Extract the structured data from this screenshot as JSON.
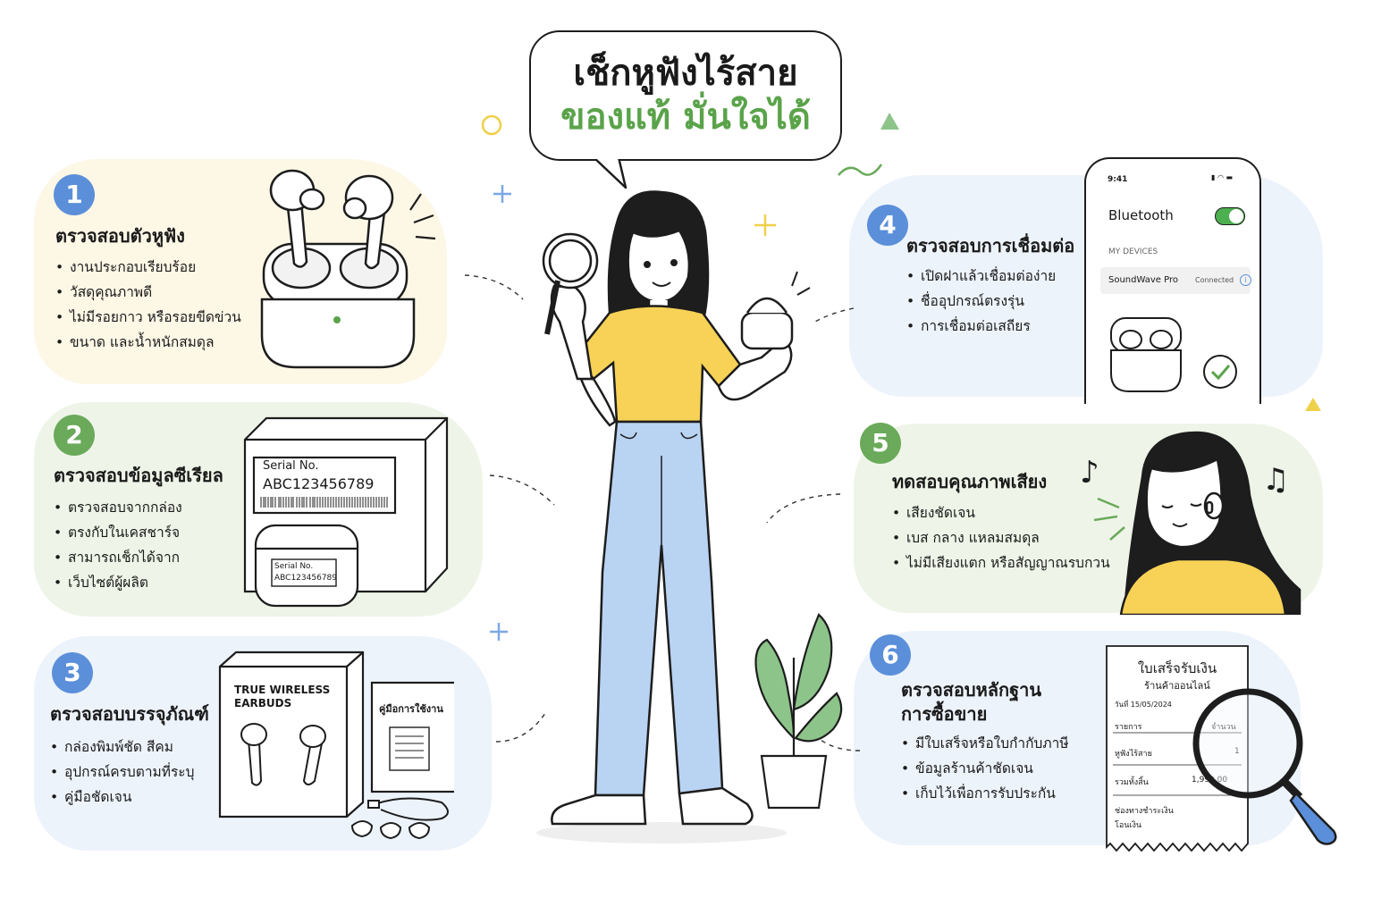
{
  "title": {
    "line1": "เช็กหูฟังไร้สาย",
    "line2": "ของแท้ มั่นใจได้"
  },
  "colors": {
    "accent_green": "#5aa34a",
    "badge_blue": "#5b8fd9",
    "badge_green": "#6aaa5a",
    "shirt_yellow": "#f7d256",
    "pants_blue": "#b9d3f2",
    "toggle_green": "#4caf50"
  },
  "sections": [
    {
      "number": "1",
      "title": "ตรวจสอบตัวหูฟัง",
      "bullets": [
        "งานประกอบเรียบร้อย",
        "วัสดุคุณภาพดี",
        "ไม่มีรอยกาว หรือรอยขีดข่วน",
        "ขนาด และน้ำหนักสมดุล"
      ]
    },
    {
      "number": "2",
      "title": "ตรวจสอบข้อมูลซีเรียล",
      "bullets": [
        "ตรวจสอบจากกล่อง",
        "ตรงกับในเคสชาร์จ",
        "สามารถเช็กได้จาก",
        "เว็บไซต์ผู้ผลิต"
      ]
    },
    {
      "number": "3",
      "title": "ตรวจสอบบรรจุภัณฑ์",
      "bullets": [
        "กล่องพิมพ์ชัด สีคม",
        "อุปกรณ์ครบตามที่ระบุ",
        "คู่มือชัดเจน"
      ]
    },
    {
      "number": "4",
      "title": "ตรวจสอบการเชื่อมต่อ",
      "bullets": [
        "เปิดฝาแล้วเชื่อมต่อง่าย",
        "ชื่ออุปกรณ์ตรงรุ่น",
        "การเชื่อมต่อเสถียร"
      ]
    },
    {
      "number": "5",
      "title": "ทดสอบคุณภาพเสียง",
      "bullets": [
        "เสียงชัดเจน",
        "เบส กลาง แหลมสมดุล",
        "ไม่มีเสียงแตก หรือสัญญาณรบกวน"
      ]
    },
    {
      "number": "6",
      "title_line1": "ตรวจสอบหลักฐาน",
      "title_line2": "การซื้อขาย",
      "bullets": [
        "มีใบเสร็จหรือใบกำกับภาษี",
        "ข้อมูลร้านค้าชัดเจน",
        "เก็บไว้เพื่อการรับประกัน"
      ]
    }
  ],
  "serial_box": {
    "label": "Serial No.",
    "number": "ABC123456789"
  },
  "serial_case": {
    "label": "Serial No.",
    "number": "ABC123456789"
  },
  "package": {
    "line1": "TRUE WIRELESS",
    "line2": "EARBUDS",
    "manual": "คู่มือการใช้งาน"
  },
  "phone": {
    "time": "9:41",
    "bluetooth_label": "Bluetooth",
    "section": "MY DEVICES",
    "device_name": "SoundWave Pro",
    "device_status": "Connected"
  },
  "receipt": {
    "title": "ใบเสร็จรับเงิน",
    "shop": "ร้านค้าออนไลน์",
    "date": "วันที่ 15/05/2024",
    "col_item": "รายการ",
    "col_qty": "จำนวน",
    "item_name": "หูฟังไร้สาย",
    "item_qty": "1",
    "total_label": "รวมทั้งสิ้น",
    "total_value": "1,990.00",
    "payment_label": "ช่องทางชำระเงิน",
    "payment_value": "โอนเงิน"
  }
}
